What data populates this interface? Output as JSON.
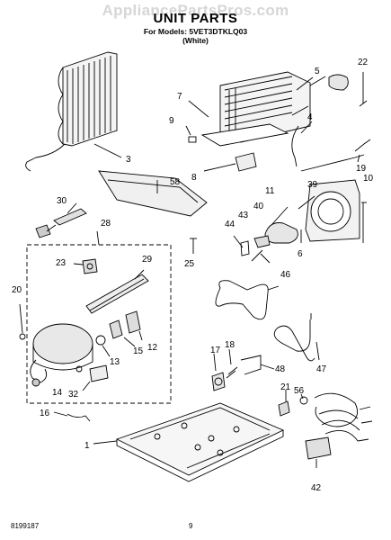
{
  "watermark": "AppliancePartsPros.com",
  "title": "UNIT PARTS",
  "models_line": "For Models: 5VET3DTKLQ03",
  "color_line": "(White)",
  "footer": {
    "doc_number": "8199187",
    "page_number": "9"
  },
  "callouts": {
    "c1": "1",
    "c3": "3",
    "c4": "4",
    "c5": "5",
    "c6": "6",
    "c7": "7",
    "c8": "8",
    "c9": "9",
    "c10": "10",
    "c11": "11",
    "c12": "12",
    "c13": "13",
    "c14": "14",
    "c15": "15",
    "c16": "16",
    "c17": "17",
    "c18": "18",
    "c19": "19",
    "c20": "20",
    "c21": "21",
    "c22": "22",
    "c23": "23",
    "c25": "25",
    "c28": "28",
    "c29": "29",
    "c30": "30",
    "c32": "32",
    "c39": "39",
    "c40": "40",
    "c42": "42",
    "c43": "43",
    "c44": "44",
    "c46": "46",
    "c47": "47",
    "c48": "48",
    "c56": "56",
    "c58": "58"
  }
}
